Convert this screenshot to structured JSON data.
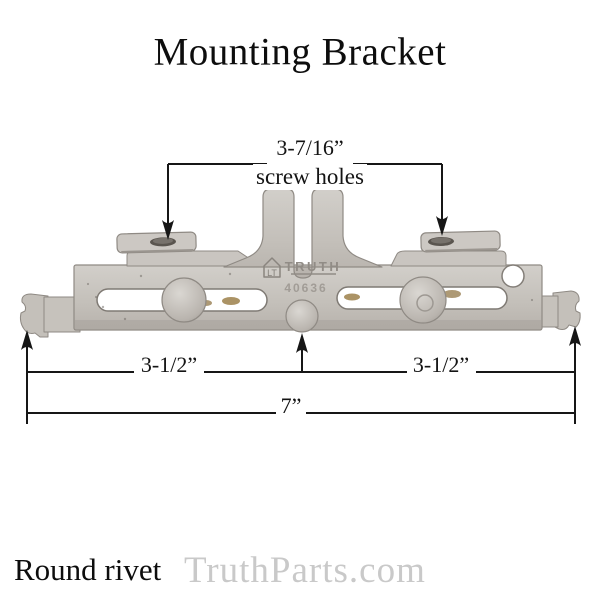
{
  "title": "Mounting Bracket",
  "annotations": {
    "screw_span": "3-7/16”",
    "screw_label": "screw holes",
    "left_span": "3-1/2”",
    "right_span": "3-1/2”",
    "total_span": "7”"
  },
  "stamp": {
    "monogram": "LT",
    "brand": "TRUTH",
    "part_number": "40636"
  },
  "footer": {
    "caption": "Round rivet",
    "watermark": "TruthParts.com"
  },
  "colors": {
    "metal": "#c8c4bf",
    "metal_dark": "#a8a39d",
    "metal_light": "#d2cfca",
    "outline": "#8f8a84",
    "stamp_gray": "#918c86",
    "annotation_black": "#161616",
    "watermark_gray": "#c9c9c9",
    "stain_brass": "#96783f"
  }
}
